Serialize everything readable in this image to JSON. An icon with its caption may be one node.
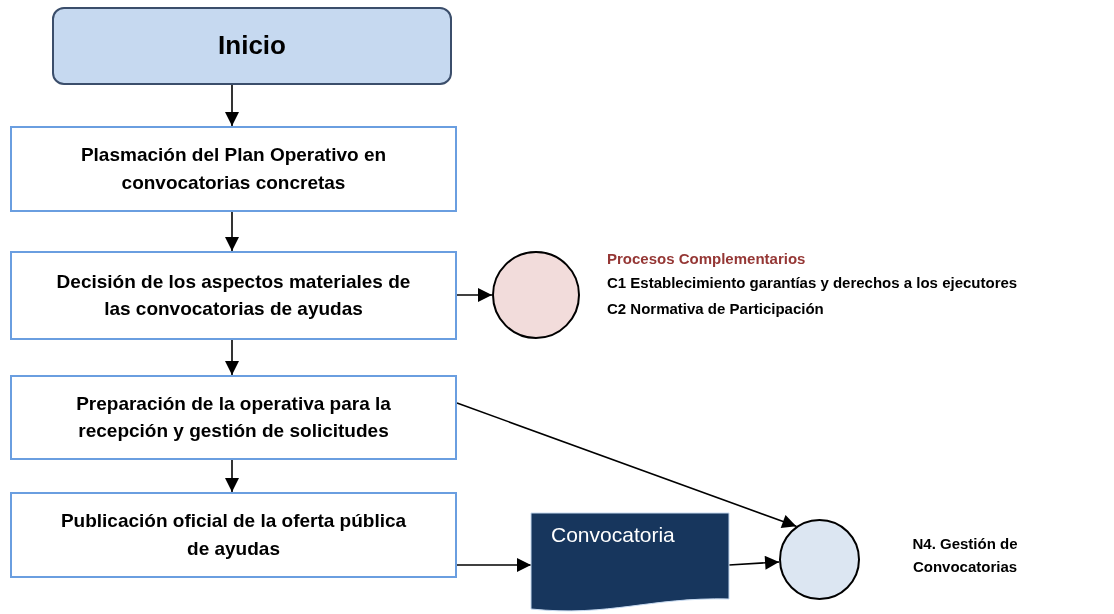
{
  "diagram": {
    "nodes": [
      {
        "text": [
          "Inicio"
        ]
      },
      {
        "text": [
          "Plasmación del Plan Operativo en convocatorias concretas"
        ]
      },
      {
        "text": [
          "Decisión de los aspectos materiales de las convocatorias de ayudas"
        ]
      },
      {
        "text": [
          "Preparación de la operativa para la recepción y gestión de solicitudes"
        ]
      },
      {
        "text": [
          "Publicación oficial de la oferta pública de ayudas"
        ]
      },
      {
        "text": [],
        "shape": "circle",
        "beside": [
          "Procesos Complementarios",
          "C1 Establecimiento garantías y derechos a los ejecutores",
          "C2 Normativa de Participación"
        ]
      },
      {
        "text": [
          "Convocatoria"
        ]
      },
      {
        "text": [],
        "shape": "circle",
        "beside": [
          "N4. Gestión de Convocatorias"
        ]
      }
    ],
    "edges": [
      {
        "from": 0,
        "to": 1,
        "arrow": "to"
      },
      {
        "from": 1,
        "to": 2,
        "arrow": "to"
      },
      {
        "from": 2,
        "to": 3,
        "arrow": "to"
      },
      {
        "from": 3,
        "to": 4,
        "arrow": "to"
      },
      {
        "from": 2,
        "to": 5,
        "arrow": "to"
      },
      {
        "from": 3,
        "to": 7,
        "arrow": "to"
      },
      {
        "from": 4,
        "to": 6,
        "arrow": "to"
      },
      {
        "from": 6,
        "to": 7,
        "arrow": "to"
      }
    ]
  }
}
